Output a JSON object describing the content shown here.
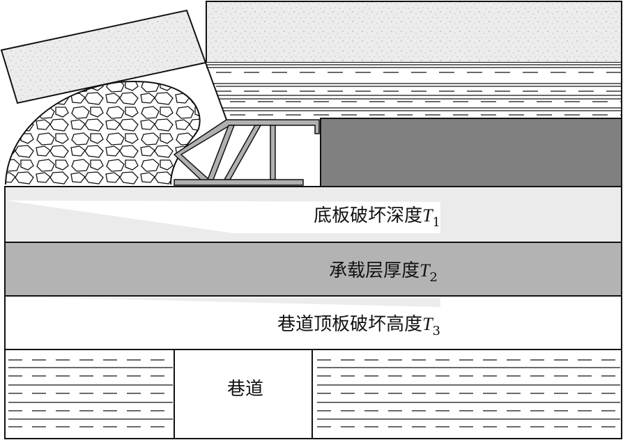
{
  "labels": {
    "floor_depth": "底板破坏深度",
    "floor_depth_symbol": "T",
    "floor_depth_sub": "1",
    "bearing_layer": "承载层厚度",
    "bearing_layer_symbol": "T",
    "bearing_layer_sub": "2",
    "roadway_roof": "巷道顶板破坏高度",
    "roadway_roof_symbol": "T",
    "roadway_roof_sub": "3",
    "roadway": "巷道"
  },
  "colors": {
    "sandstone": "#ececec",
    "floor_zone": "#ebebeb",
    "bearing_layer": "#b3b3b3",
    "coal_seam": "#808080",
    "support": "#b0b0b0"
  }
}
